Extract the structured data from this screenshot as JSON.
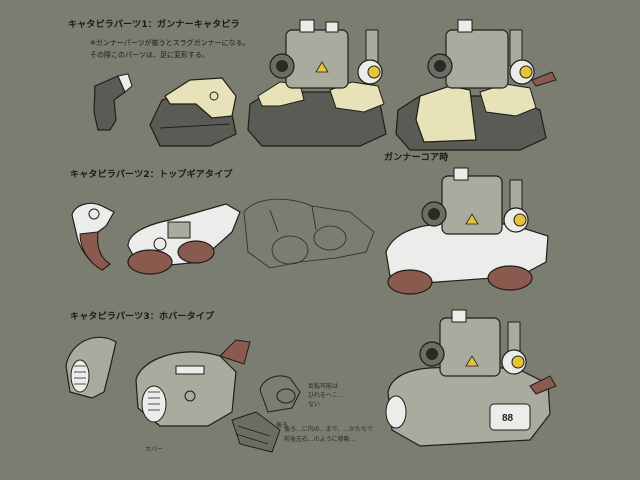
{
  "section1": {
    "title": "キャタピラパーツ1：ガンナーキャタピラ",
    "note_line1": "※ガンナーパーツが揃うとスラグガンナーになる。",
    "note_line2": "その際このパーツは、足に変形する。",
    "caption_core": "ガンナーコア時"
  },
  "section2": {
    "title": "キャタピラパーツ2：トップギアタイプ"
  },
  "section3": {
    "title": "キャタピラパーツ3：ホバータイプ",
    "hover_label": "カバー",
    "note_a_line1": "反転可能は",
    "note_a_line2": "ひれをへこ...",
    "note_a_line3": "ない",
    "note_b_line1": "後ろ...に内の...まで、...かたちで",
    "note_b_line2": "前後左右...のように移動...",
    "small_label": "後ろ",
    "tank_number": "88"
  },
  "colors": {
    "background": "#7b7d71",
    "tank_body": "#a8ab9e",
    "track_dark": "#5a5b55",
    "cream_armor": "#e8e2b8",
    "white_armor": "#ececea",
    "tread_red": "#8a5a4f",
    "accent_yellow": "#e8c23a"
  }
}
